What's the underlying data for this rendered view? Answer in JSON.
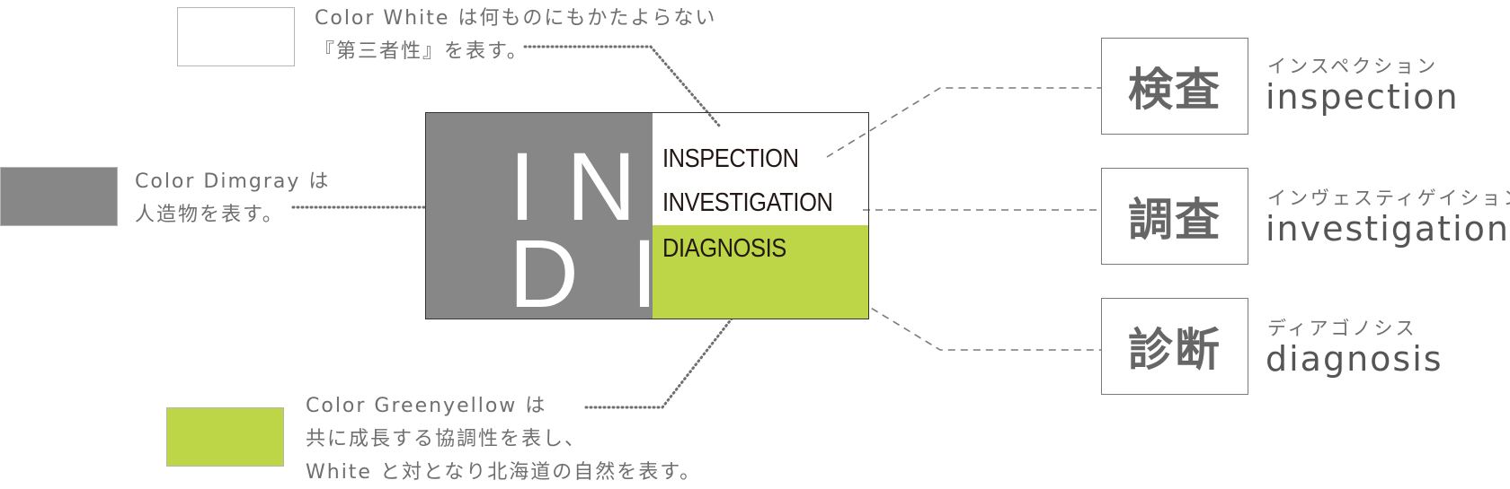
{
  "colors": {
    "white": "#ffffff",
    "dimgray": "#878787",
    "greenyellow": "#bdd648",
    "swatch_border": "#b5b5b5"
  },
  "captions": {
    "white": {
      "line1": "Color  White は何ものにもかたよらない",
      "line2": "『第三者性』を表す。"
    },
    "dimgray": {
      "line1": "Color  Dimgray は",
      "line2": "人造物を表す。"
    },
    "greenyellow": {
      "line1": "Color  Greenyellow は",
      "line2": "共に成長する協調性を表し、",
      "line3": "White と対となり北海道の自然を表す。"
    }
  },
  "logo": {
    "letters": {
      "i1": "I",
      "n": "N",
      "d": "D",
      "i2": "I"
    },
    "words": {
      "inspection": "INSPECTION",
      "investigation": "INVESTIGATION",
      "diagnosis": "DIAGNOSIS"
    }
  },
  "terms": [
    {
      "kanji": "検査",
      "kana": "インスペクション",
      "english": "inspection"
    },
    {
      "kanji": "調査",
      "kana": "インヴェスティゲイション",
      "english": "investigation"
    },
    {
      "kanji": "診断",
      "kana": "ディアゴノシス",
      "english": "diagnosis"
    }
  ]
}
